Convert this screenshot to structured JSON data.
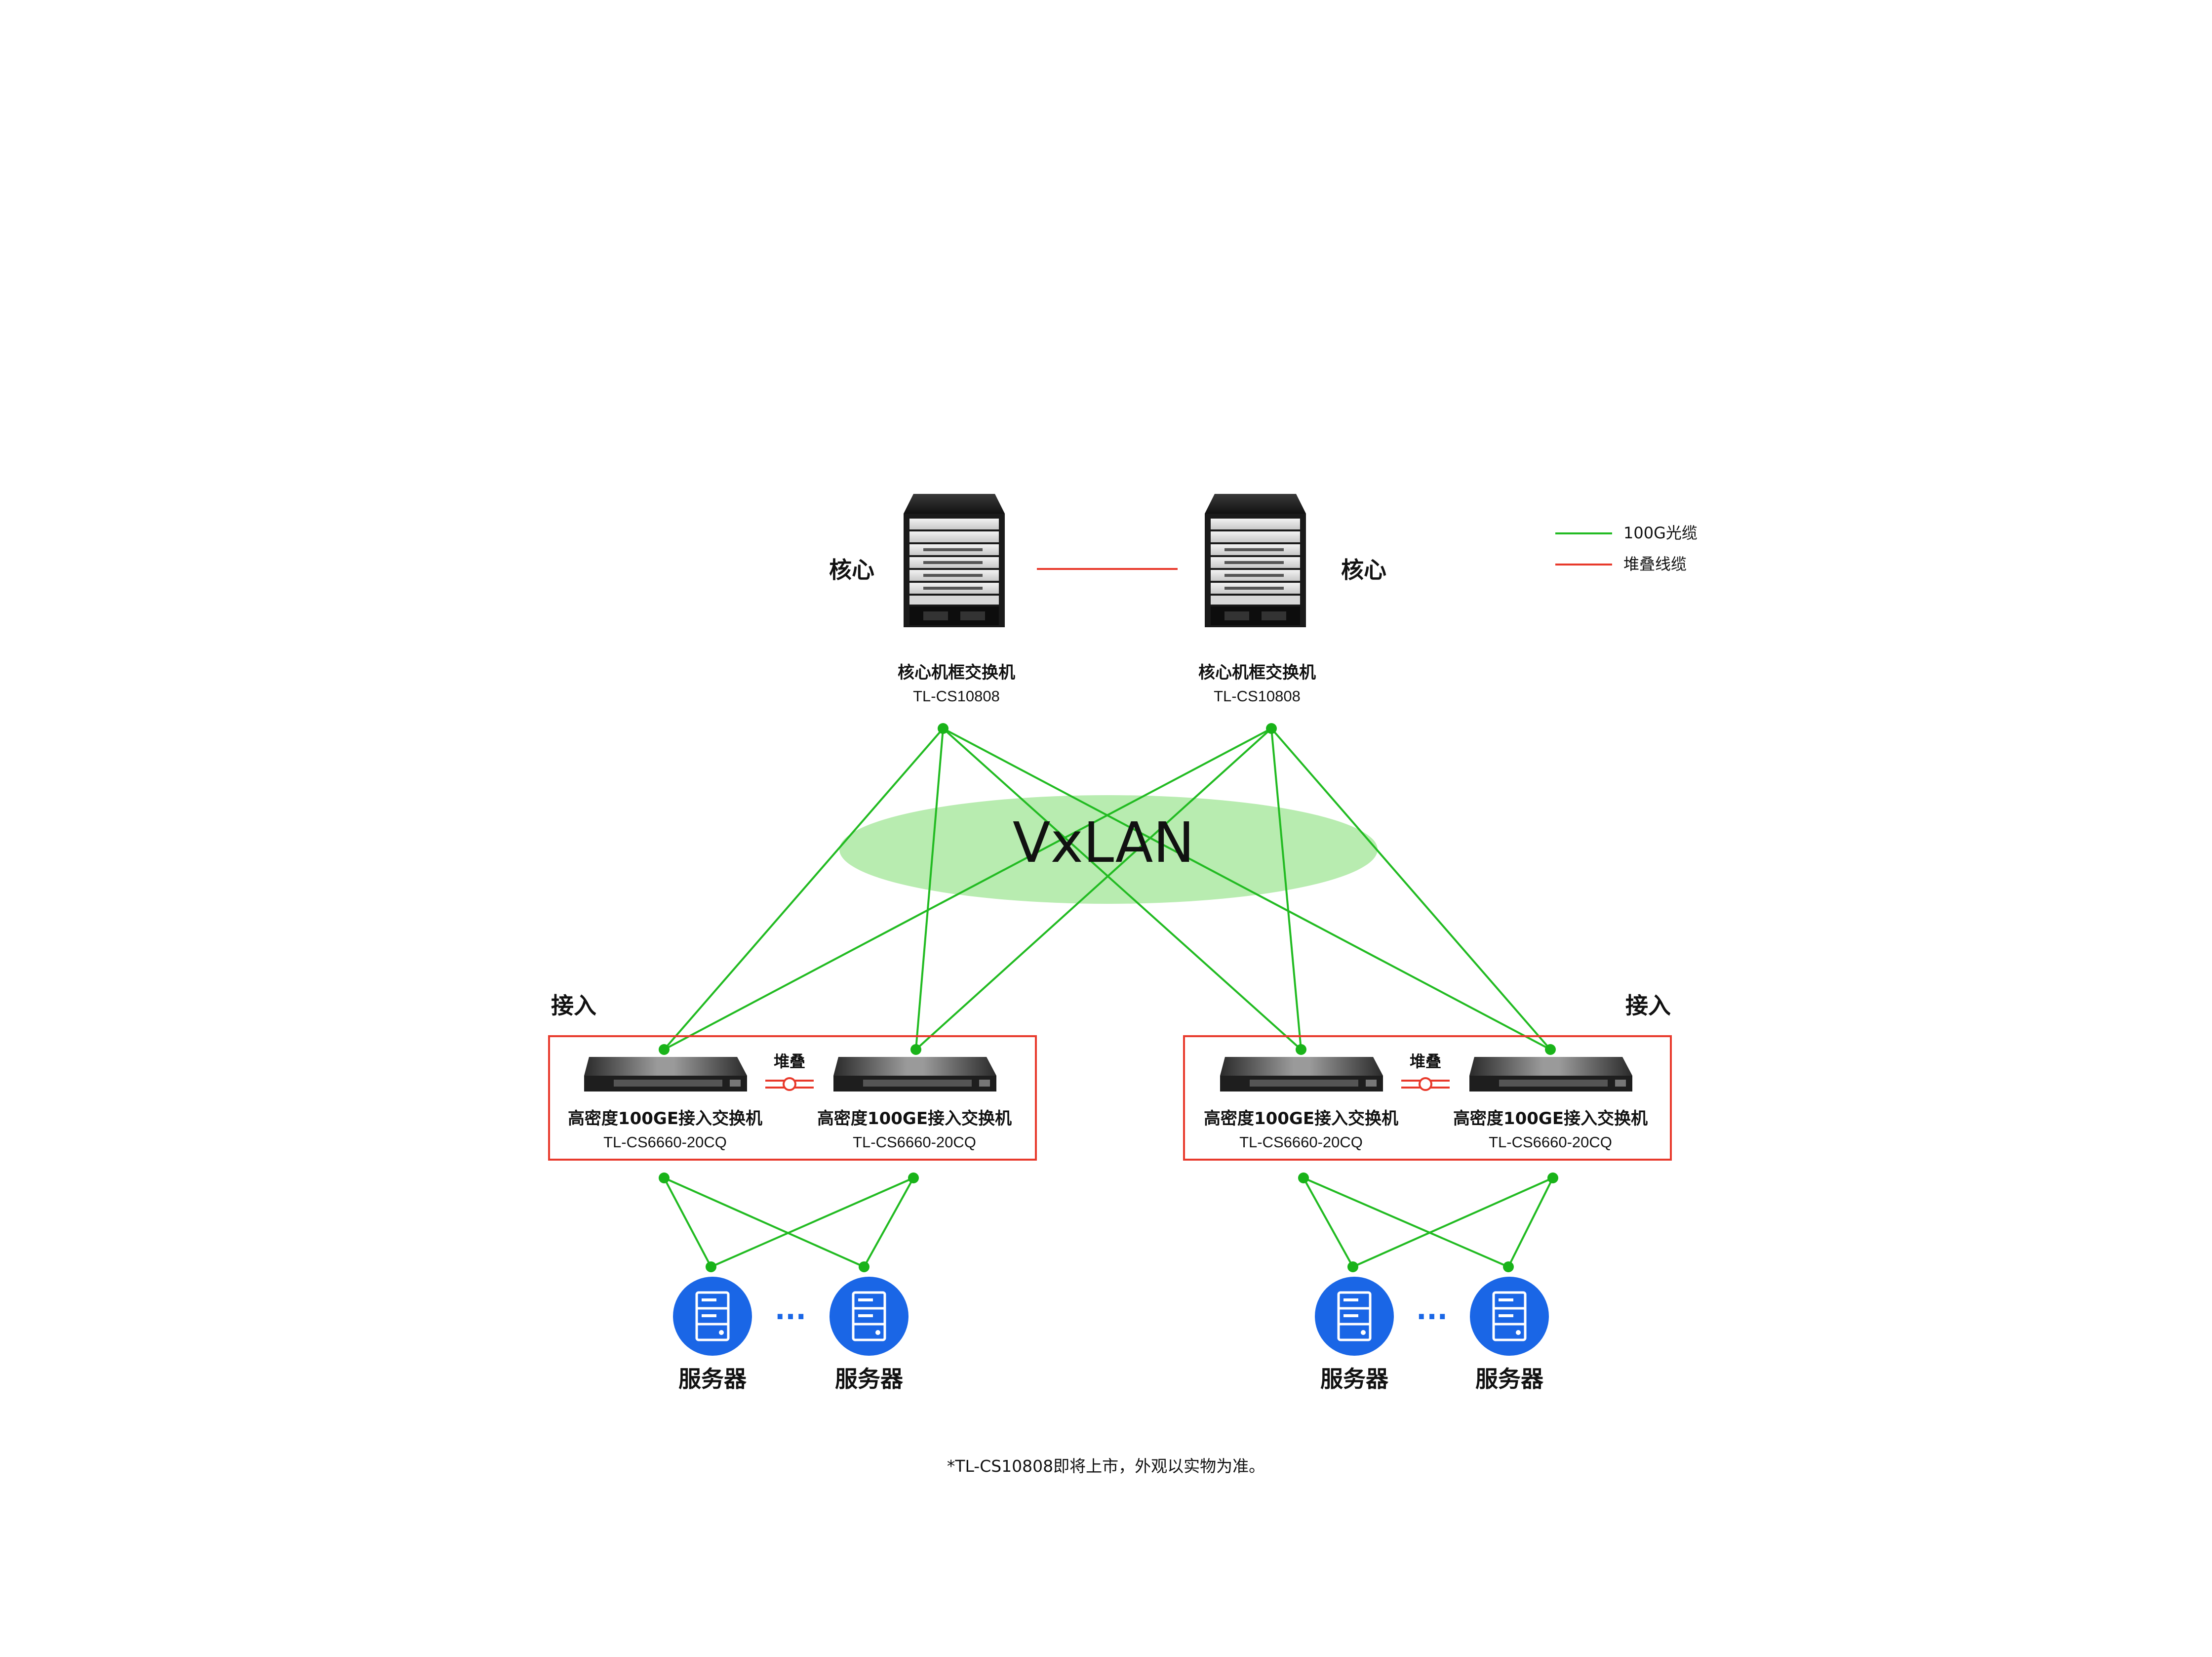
{
  "legend": {
    "items": [
      {
        "label": "100G光缆",
        "color": "#22bb22"
      },
      {
        "label": "堆叠线缆",
        "color": "#e8392b"
      }
    ]
  },
  "fabric": {
    "label": "VxLAN",
    "color": "#b8ecb0"
  },
  "core": {
    "tier_label": "核心",
    "switches": [
      {
        "name": "核心机框交换机",
        "model": "TL-CS10808"
      },
      {
        "name": "核心机框交换机",
        "model": "TL-CS10808"
      }
    ]
  },
  "access": {
    "tier_label": "接入",
    "stack_label": "堆叠",
    "groups": [
      {
        "switches": [
          {
            "name": "高密度100GE接入交换机",
            "model": "TL-CS6660-20CQ"
          },
          {
            "name": "高密度100GE接入交换机",
            "model": "TL-CS6660-20CQ"
          }
        ]
      },
      {
        "switches": [
          {
            "name": "高密度100GE接入交换机",
            "model": "TL-CS6660-20CQ"
          },
          {
            "name": "高密度100GE接入交换机",
            "model": "TL-CS6660-20CQ"
          }
        ]
      }
    ]
  },
  "servers": {
    "label": "服务器",
    "ellipsis": "···",
    "color": "#1a66e6",
    "icon": "server-icon"
  },
  "colors": {
    "fiber": "#22bb22",
    "stack": "#e8392b",
    "node": "#19b319"
  },
  "footnote": "*TL-CS10808即将上市，外观以实物为准。"
}
